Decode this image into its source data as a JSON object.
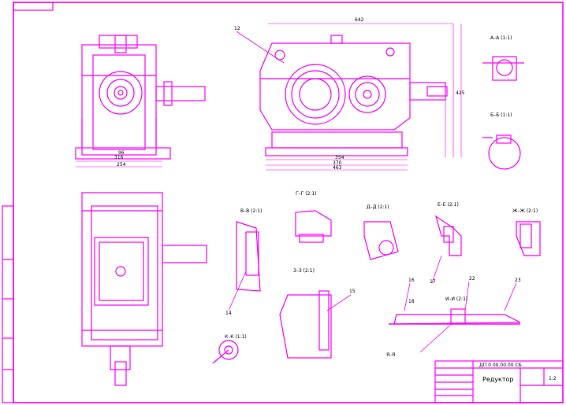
{
  "title_block": {
    "designation": "ДП 0 00.00.00 СБ",
    "name": "Редуктор",
    "scale": "1:2"
  },
  "views": {
    "aa": "А–А (1:1)",
    "bb": "Б–Б (1:1)",
    "vv": "В–В (2:1)",
    "gg": "Г–Г (2:1)",
    "dd": "Д–Д (2:1)",
    "ee": "Е–Е (2:1)",
    "zhzh": "Ж–Ж (2:1)",
    "zz": "З–З (2:1)",
    "ii": "И–И (2:1)",
    "kk": "К–К (1:1)",
    "yakor": "Я–Я"
  },
  "dims": {
    "overall_len": "642",
    "height": "425",
    "width_plan": "316",
    "len_lower1": "354",
    "len_lower2": "370",
    "len_lower3": "463",
    "base": "254",
    "inner": "96"
  },
  "leaders": [
    "12",
    "14",
    "15",
    "16",
    "17",
    "18",
    "22",
    "23"
  ],
  "colors": {
    "line": "#ff00ff",
    "text": "#000000",
    "background": "#ffffff"
  }
}
